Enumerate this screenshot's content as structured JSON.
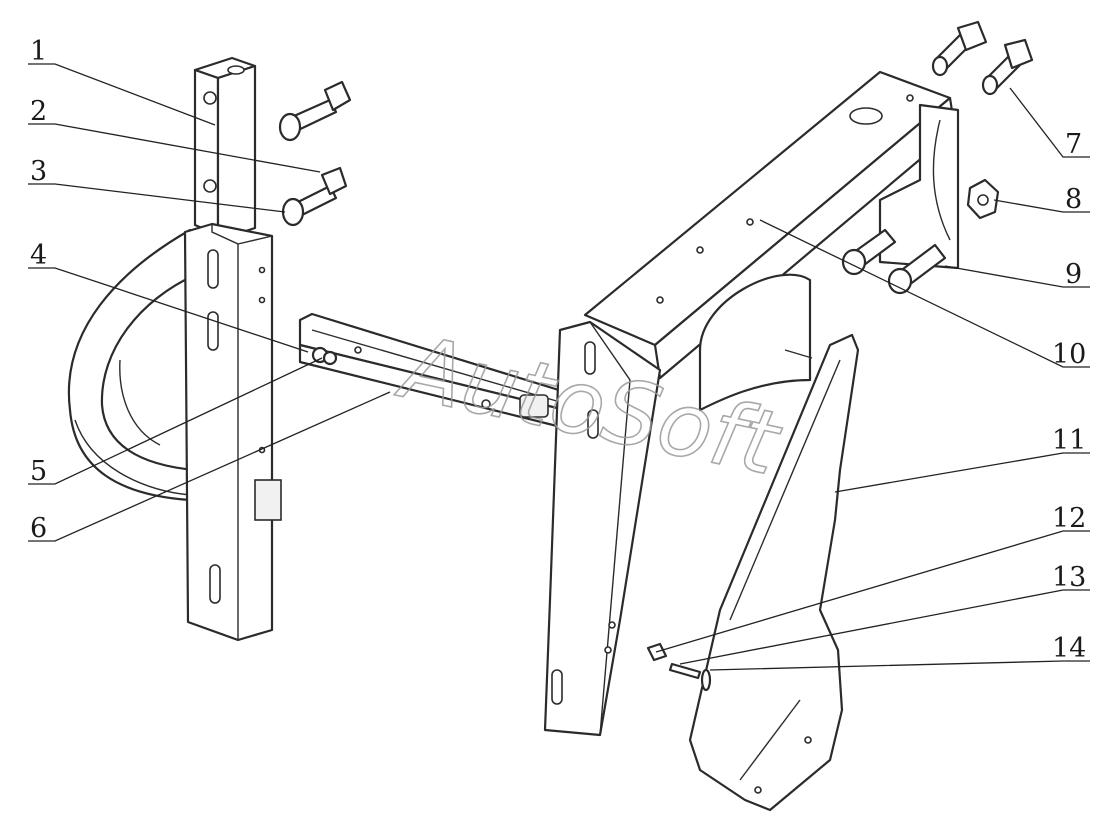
{
  "diagram": {
    "callouts": [
      {
        "id": "1",
        "label": "1"
      },
      {
        "id": "2",
        "label": "2"
      },
      {
        "id": "3",
        "label": "3"
      },
      {
        "id": "4",
        "label": "4"
      },
      {
        "id": "5",
        "label": "5"
      },
      {
        "id": "6",
        "label": "6"
      },
      {
        "id": "7",
        "label": "7"
      },
      {
        "id": "8",
        "label": "8"
      },
      {
        "id": "9",
        "label": "9"
      },
      {
        "id": "10",
        "label": "10"
      },
      {
        "id": "11",
        "label": "11"
      },
      {
        "id": "12",
        "label": "12"
      },
      {
        "id": "13",
        "label": "13"
      },
      {
        "id": "14",
        "label": "14"
      }
    ],
    "watermark": "AutoSoft"
  }
}
